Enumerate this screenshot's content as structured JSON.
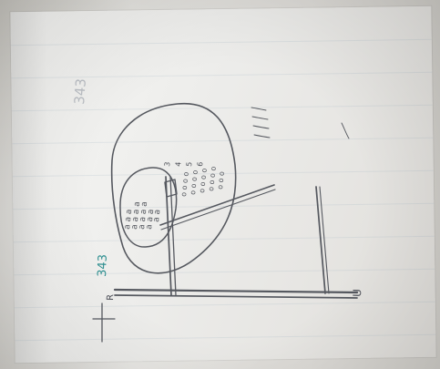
{
  "photo": {
    "background_color": "#d9d7d2",
    "paper_color": "#f2f1ee",
    "ink_color": "#55585f",
    "accent_ink_color": "#2e8f90"
  },
  "notes": {
    "page_number": "343",
    "page_number_teal": "343",
    "left_label_a": "R",
    "right_label_b": "U",
    "inner_label_1": "3",
    "inner_label_2": "4",
    "inner_label_3": "5",
    "inner_label_4": "6"
  }
}
